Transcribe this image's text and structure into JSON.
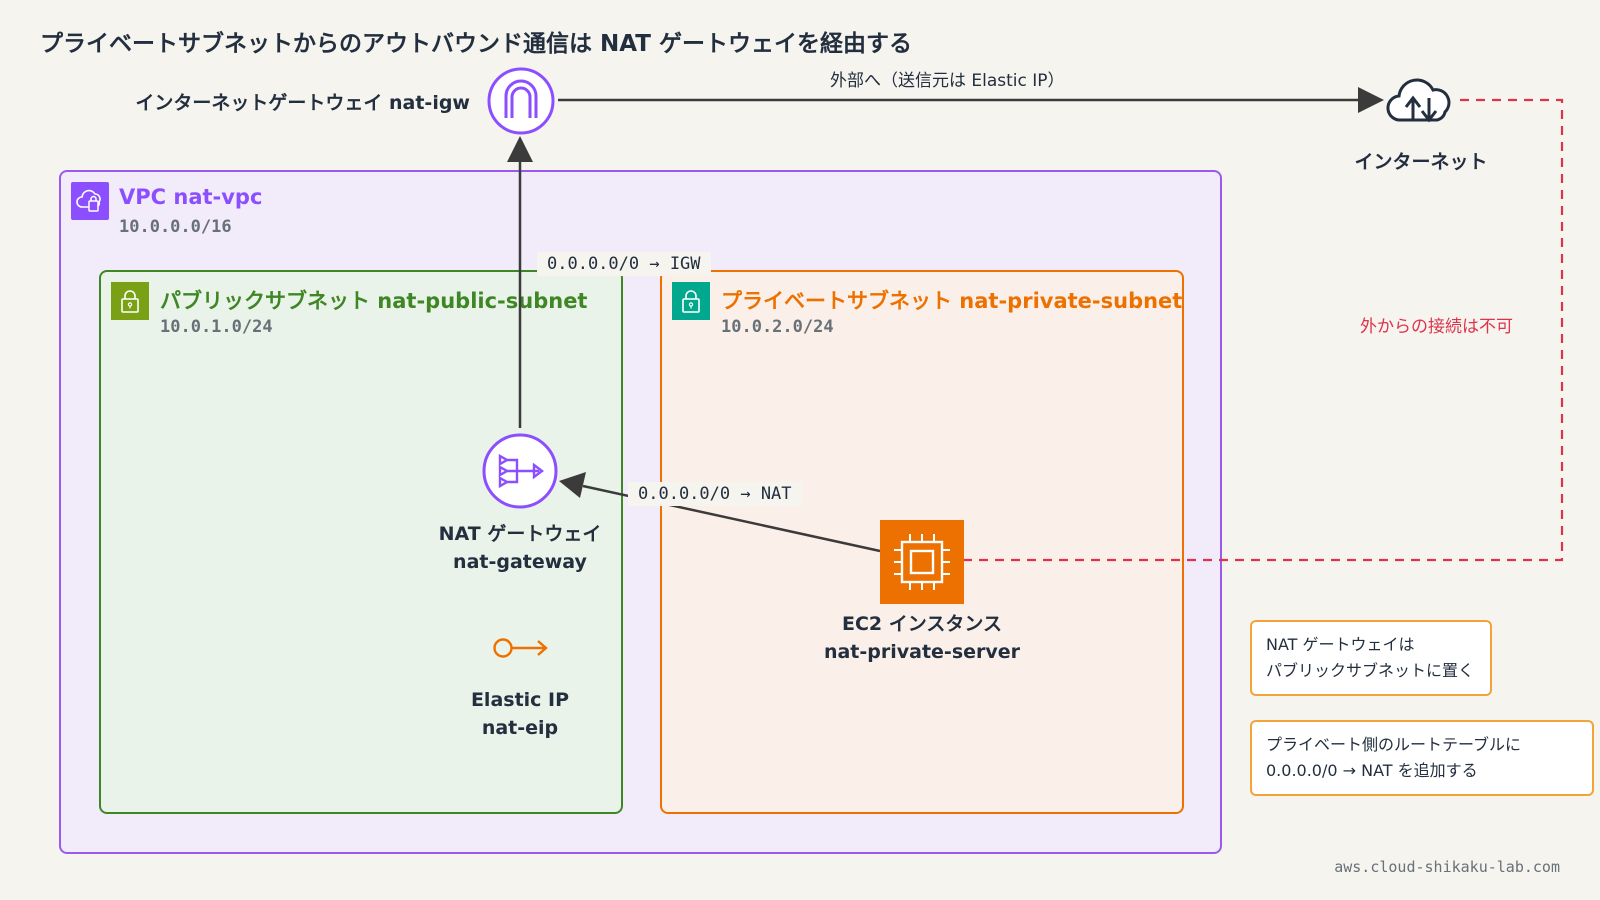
{
  "title": "プライベートサブネットからのアウトバウンド通信は NAT ゲートウェイを経由する",
  "igw": {
    "label": "インターネットゲートウェイ nat-igw"
  },
  "internet": {
    "label": "インターネット"
  },
  "outbound_edge": {
    "label": "外部へ（送信元は Elastic IP）"
  },
  "blocked_edge": {
    "label": "外からの接続は不可"
  },
  "vpc": {
    "title": "VPC nat-vpc",
    "cidr": "10.0.0.0/16"
  },
  "public_subnet": {
    "title": "パブリックサブネット nat-public-subnet",
    "cidr": "10.0.1.0/24",
    "route": "0.0.0.0/0 → IGW"
  },
  "private_subnet": {
    "title": "プライベートサブネット nat-private-subnet",
    "cidr": "10.0.2.0/24",
    "route": "0.0.0.0/0 → NAT"
  },
  "nat_gateway": {
    "line1": "NAT ゲートウェイ",
    "line2": "nat-gateway"
  },
  "elastic_ip": {
    "line1": "Elastic IP",
    "line2": "nat-eip"
  },
  "ec2": {
    "line1": "EC2 インスタンス",
    "line2": "nat-private-server"
  },
  "notes": [
    {
      "line1": "NAT ゲートウェイは",
      "line2": "パブリックサブネットに置く"
    },
    {
      "line1": "プライベート側のルートテーブルに",
      "line2": "0.0.0.0/0 → NAT を追加する"
    }
  ],
  "footer": "aws.cloud-shikaku-lab.com",
  "colors": {
    "vpc": "#9b59f0",
    "public": "#3f8624",
    "private": "#ed7100",
    "private_icon": "#01a88d",
    "ec2": "#ed7100",
    "blocked": "#dd344c",
    "note_border": "#f2a33a"
  }
}
